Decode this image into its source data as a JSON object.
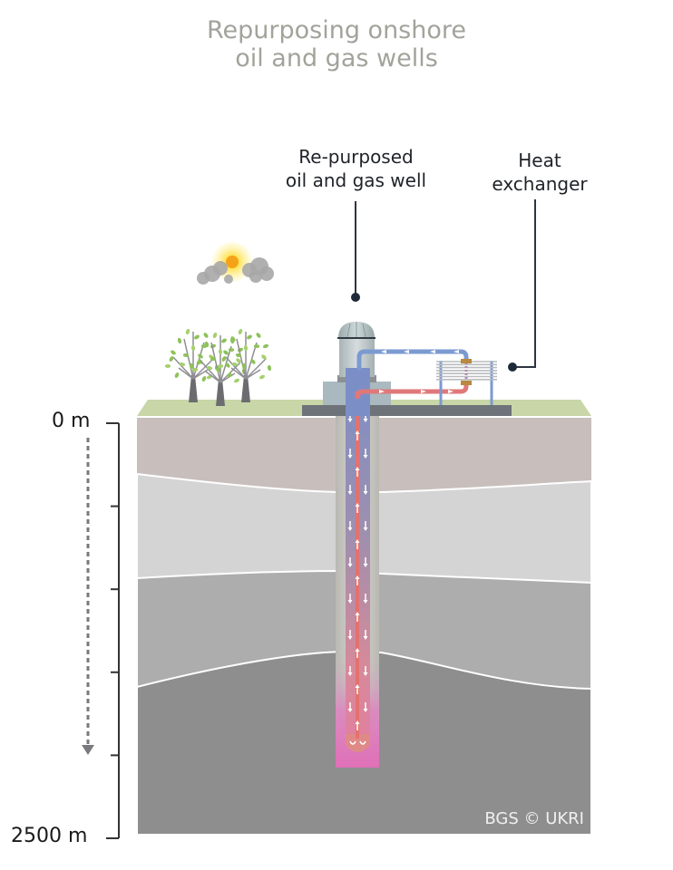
{
  "title": {
    "line1": "Repurposing onshore",
    "line2": "oil and gas wells"
  },
  "labels": {
    "well": {
      "line1": "Re-purposed",
      "line2": "oil and gas well"
    },
    "heat_exchanger": {
      "line1": "Heat",
      "line2": "exchanger"
    }
  },
  "depth_scale": {
    "top_label": "0 m",
    "bottom_label": "2500 m",
    "tick_count": 5
  },
  "credit": "BGS © UKRI",
  "colors": {
    "title": "#a3a39b",
    "ground_surface": "#c8d6a8",
    "layer_1": "#c8bfbc",
    "layer_2": "#d4d4d4",
    "layer_3": "#adadae",
    "layer_4": "#8e8e8f",
    "cold_fluid": "#7b8fc4",
    "hot_fluid": "#e0787a",
    "hot_bottom": "#e070b0",
    "pad": "#6d7378",
    "leader": "#2d3440"
  },
  "icons": {
    "sun": "sun-icon",
    "cloud": "cloud-icon",
    "trees": "tree-icon",
    "well_head": "well-head-icon",
    "heat_exchanger": "heat-exchanger-icon",
    "flow_down": "arrow-down-icon",
    "flow_up": "arrow-up-icon"
  }
}
